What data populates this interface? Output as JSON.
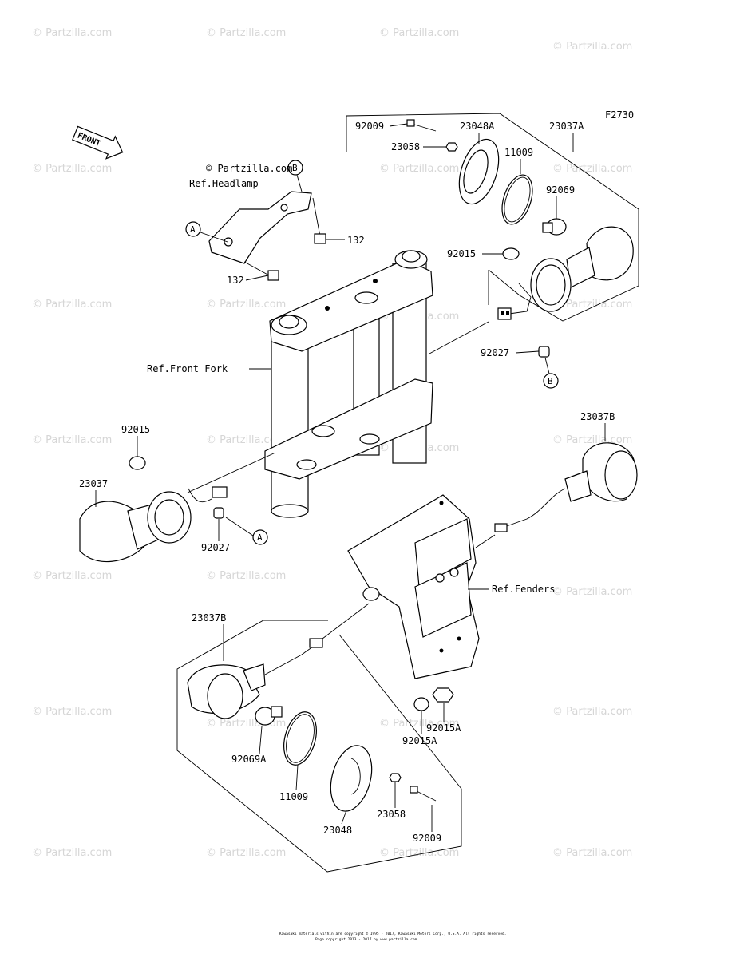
{
  "figure_code": "F2730",
  "front_label": "FRONT",
  "watermark": "© Partzilla.com",
  "watermark_repeat": "© Partzilla.com",
  "refs": {
    "headlamp": "Ref.Headlamp",
    "front_fork": "Ref.Front Fork",
    "fenders": "Ref.Fenders"
  },
  "circle_markers": {
    "a": "A",
    "b": "B"
  },
  "parts": {
    "p92009_top": "92009",
    "p23048A": "23048A",
    "p23037A": "23037A",
    "p23058_top": "23058",
    "p11009_top": "11009",
    "p92069": "92069",
    "p132_right": "132",
    "p132_left": "132",
    "p92015_right": "92015",
    "p92027_right": "92027",
    "p92015_left": "92015",
    "p23037": "23037",
    "p92027_left": "92027",
    "p23037B_right": "23037B",
    "p23037B_left": "23037B",
    "p92015A_1": "92015A",
    "p92015A_2": "92015A",
    "p92069A": "92069A",
    "p11009_bottom": "11009",
    "p23048": "23048",
    "p23058_bottom": "23058",
    "p92009_bottom": "92009"
  },
  "copyright": "Kawasaki materials within are copyright © 1995 - 2017, Kawasaki Motors Corp., U.S.A. All rights reserved.",
  "copyright_2": "Page copyright 2013 - 2017 by www.partzilla.com"
}
